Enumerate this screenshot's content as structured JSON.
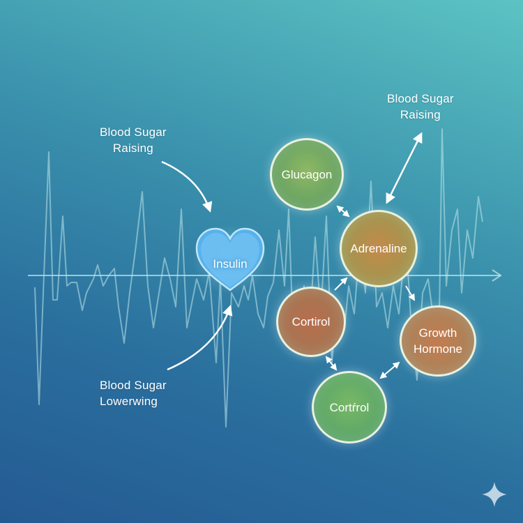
{
  "labels": {
    "raising_left": [
      "Blood Sugar",
      "Raising"
    ],
    "raising_right": [
      "Blood Sugar",
      "Raising"
    ],
    "lowering": [
      "Blood Sugar",
      "Lowerwing"
    ]
  },
  "center": {
    "label": "Insulin",
    "icon": "heart-icon"
  },
  "nodes": {
    "glucagon": "Glucagon",
    "adrenaline": "Adrenaline",
    "cortirol_upper": "Cortirol",
    "growth_hormone": [
      "Growth",
      "Hormone"
    ],
    "cortirol_lower": "Cortŕrol"
  },
  "decor": {
    "waveform_icon": "ecg-waveform",
    "corner_icon": "sparkle-icon"
  },
  "colors": {
    "background_top": "#5cc3c3",
    "background_bottom": "#245a92",
    "waveform": "#bfe6ea",
    "heart": "#5ab4ee",
    "node_green": "#6ea662",
    "node_orange": "#b0784e",
    "node_border": "#e9f2de",
    "text": "#ffffff"
  }
}
